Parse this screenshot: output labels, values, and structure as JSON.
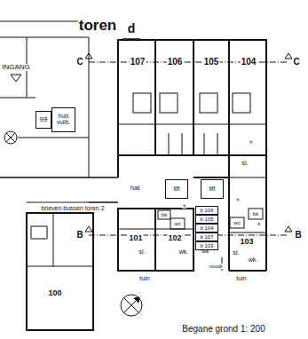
{
  "diagram": {
    "nodes": [
      {
        "text": [
          "99"
        ]
      },
      {
        "text": [
          "huis vuilb."
        ]
      },
      {
        "text": [
          "lift"
        ]
      },
      {
        "text": [
          "lift"
        ]
      },
      {
        "text": [
          "b 106"
        ]
      },
      {
        "text": [
          "b 105"
        ]
      },
      {
        "text": [
          "b 104"
        ]
      },
      {
        "text": [
          "b 107"
        ]
      },
      {
        "text": [
          "b 103"
        ]
      }
    ],
    "labels": [
      "toren",
      "d",
      "INGANG",
      "C",
      "107",
      "106",
      "105",
      "104",
      "C",
      "hal",
      "brieven bussen toren 2",
      "B",
      "B",
      "101",
      "102",
      "103",
      "100",
      "sl.",
      "wk.",
      "tuin",
      "sl.",
      "wk.",
      "tuin",
      "noodt",
      "sl.",
      "bk",
      "h",
      "wc",
      "bk",
      "h",
      "wc",
      "k",
      "h",
      "wa",
      "Begane grond 1: 200"
    ]
  }
}
